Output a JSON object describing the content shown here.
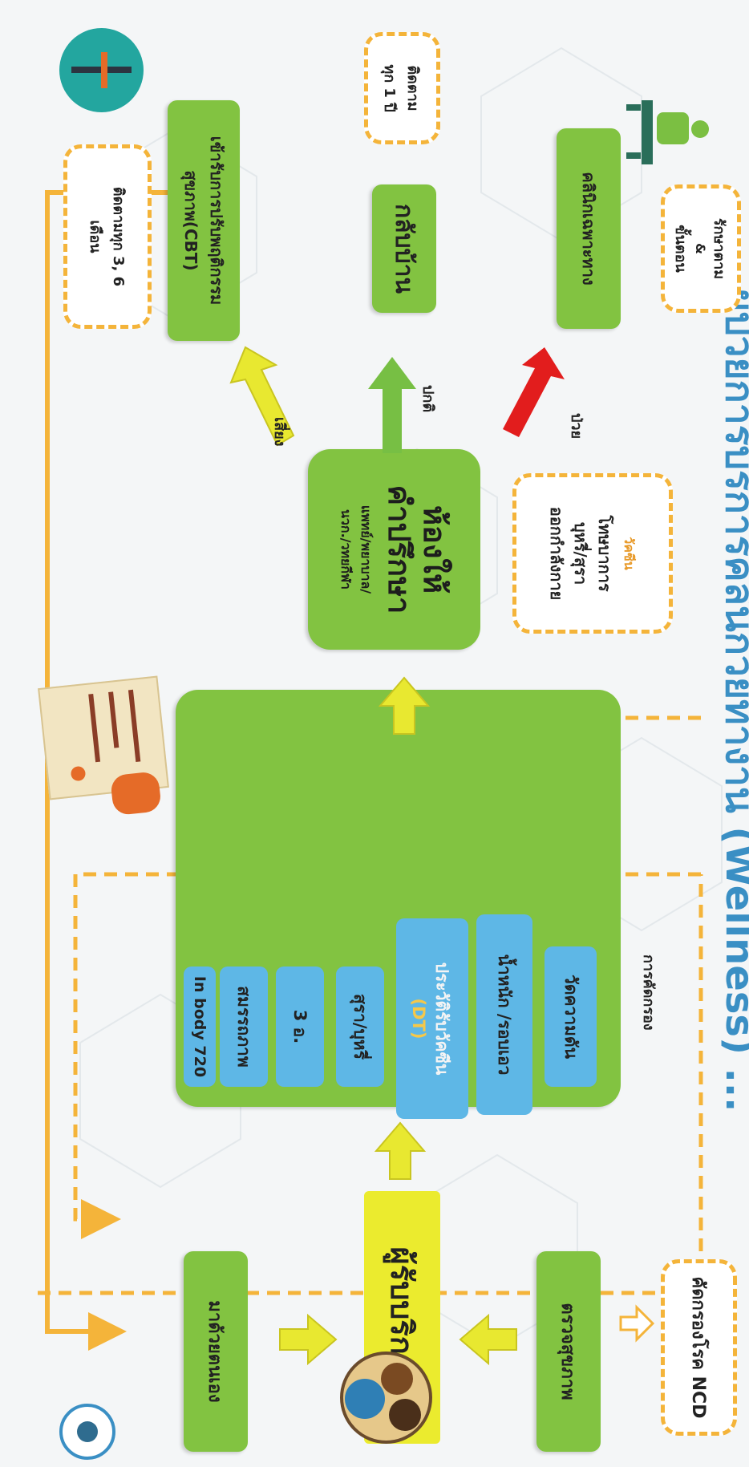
{
  "header": {
    "title_partial": "ผู้ป่วยการบริการคลินิกวัยทำงาน (Wellness) ...",
    "title_color": "#3a8fc4"
  },
  "colors": {
    "green": "#82c341",
    "blue": "#5eb7e6",
    "yellow": "#ebeb2e",
    "orange_dash": "#f4b43a",
    "red_arrow": "#e21d1d",
    "green_arrow": "#77bf44",
    "yellow_arrow": "#e8e830"
  },
  "left_column": {
    "ncd_screen": "คัดกรองโรค NCD",
    "health_check": "ตรวจสุขภาพ",
    "service_user": "ผู้รับบริการ",
    "walk_in": "มาด้วยตนเอง"
  },
  "screening": {
    "title": "การคัดกรอง",
    "items": [
      "วัดความดัน",
      "น้ำหนัก /รอบเอว",
      "ประวัติรับวัคซีน",
      "(DT)",
      "สุรา/บุหรี่",
      "3 อ.",
      "สมรรถภาพ",
      "In body 720"
    ]
  },
  "counseling": {
    "title_line1": "ห้องให้",
    "title_line2": "คำปรึกษา",
    "sub_line1": "แพทย์/พยาบาล/",
    "sub_line2": "นวก./วทยกีฬา"
  },
  "advice": {
    "line1": "วัคซีน",
    "line2": "โทษบาการ",
    "line3": "บุหรี่/สุรา",
    "line4": "ออกกำลังกาย"
  },
  "outcomes": {
    "sick_label": "ป่วย",
    "normal_label": "ปกติ",
    "risk_label": "เสี่ยง",
    "clinic": "คลินิกเฉพาะทาง",
    "treat_line1": "รักษาตาม",
    "treat_line2": "ขั้นตอน",
    "home": "กลับบ้าน",
    "follow_year_line1": "ติดตาม",
    "follow_year_line2": "ทุก 1 ปี",
    "cbt_line1": "เข้ารับการปรับพฤติกรรม",
    "cbt_line2": "สุขภาพ(CBT)",
    "follow_36_line1": "ติดตามทุก 3, 6",
    "follow_36_line2": "เดือน"
  },
  "icons": [
    "magnifier-icon",
    "people-group-icon",
    "checklist-hand-icon",
    "fitness-person-icon",
    "utensils-icon"
  ]
}
